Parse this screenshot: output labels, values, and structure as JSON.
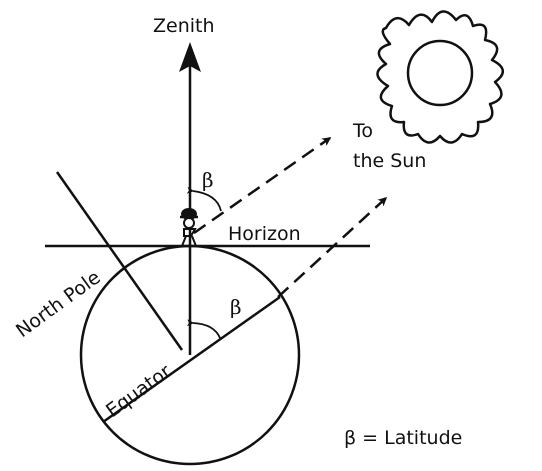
{
  "labels": {
    "zenith": "Zenith",
    "to_the_sun_line1": "To",
    "to_the_sun_line2": "the Sun",
    "horizon": "Horizon",
    "north_pole": "North Pole",
    "equator": "Equator",
    "beta_upper": "β",
    "beta_lower": "β",
    "legend": "β = Latitude"
  },
  "icons": {
    "sun": "sun-icon",
    "observer": "person-icon"
  },
  "colors": {
    "ink": "#111111",
    "background": "#ffffff"
  }
}
